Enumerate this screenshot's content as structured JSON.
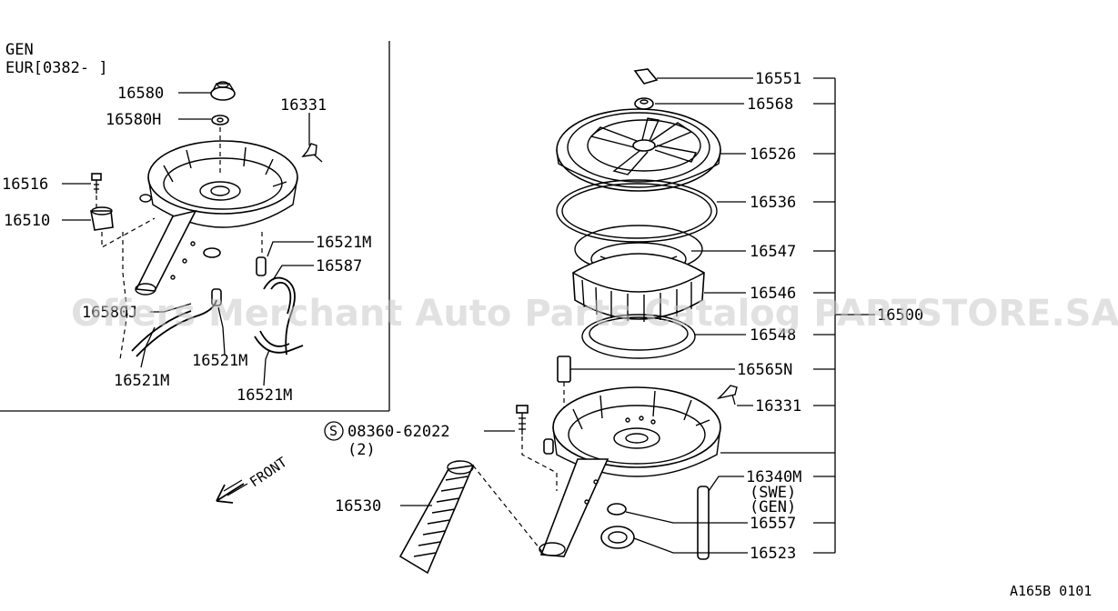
{
  "inset": {
    "variant_line1": "GEN",
    "variant_line2": "EUR[0382-     ]"
  },
  "labels": {
    "p16580": "16580",
    "p16580H": "16580H",
    "p16331_inset": "16331",
    "p16516": "16516",
    "p16510": "16510",
    "p16521M_a": "16521M",
    "p16587": "16587",
    "p16580J": "16580J",
    "p16521M_b": "16521M",
    "p16521M_c": "16521M",
    "p16521M_d": "16521M",
    "p16551": "16551",
    "p16568": "16568",
    "p16526": "16526",
    "p16536": "16536",
    "p16547": "16547",
    "p16546": "16546",
    "p16500": "16500",
    "p16548": "16548",
    "p16565N": "16565N",
    "p16331_main": "16331",
    "bolt_symbol": "S",
    "bolt_part": "08360-62022",
    "bolt_qty": "(2)",
    "p16340M": "16340M",
    "swe": "(SWE)",
    "gen": "(GEN)",
    "p16557": "16557",
    "p16523": "16523",
    "p16530": "16530",
    "front": "FRONT",
    "diagram_code": "A165B 0101"
  },
  "watermark": "Offers Merchant Auto Parts Catalog PARTSTORE.SA"
}
